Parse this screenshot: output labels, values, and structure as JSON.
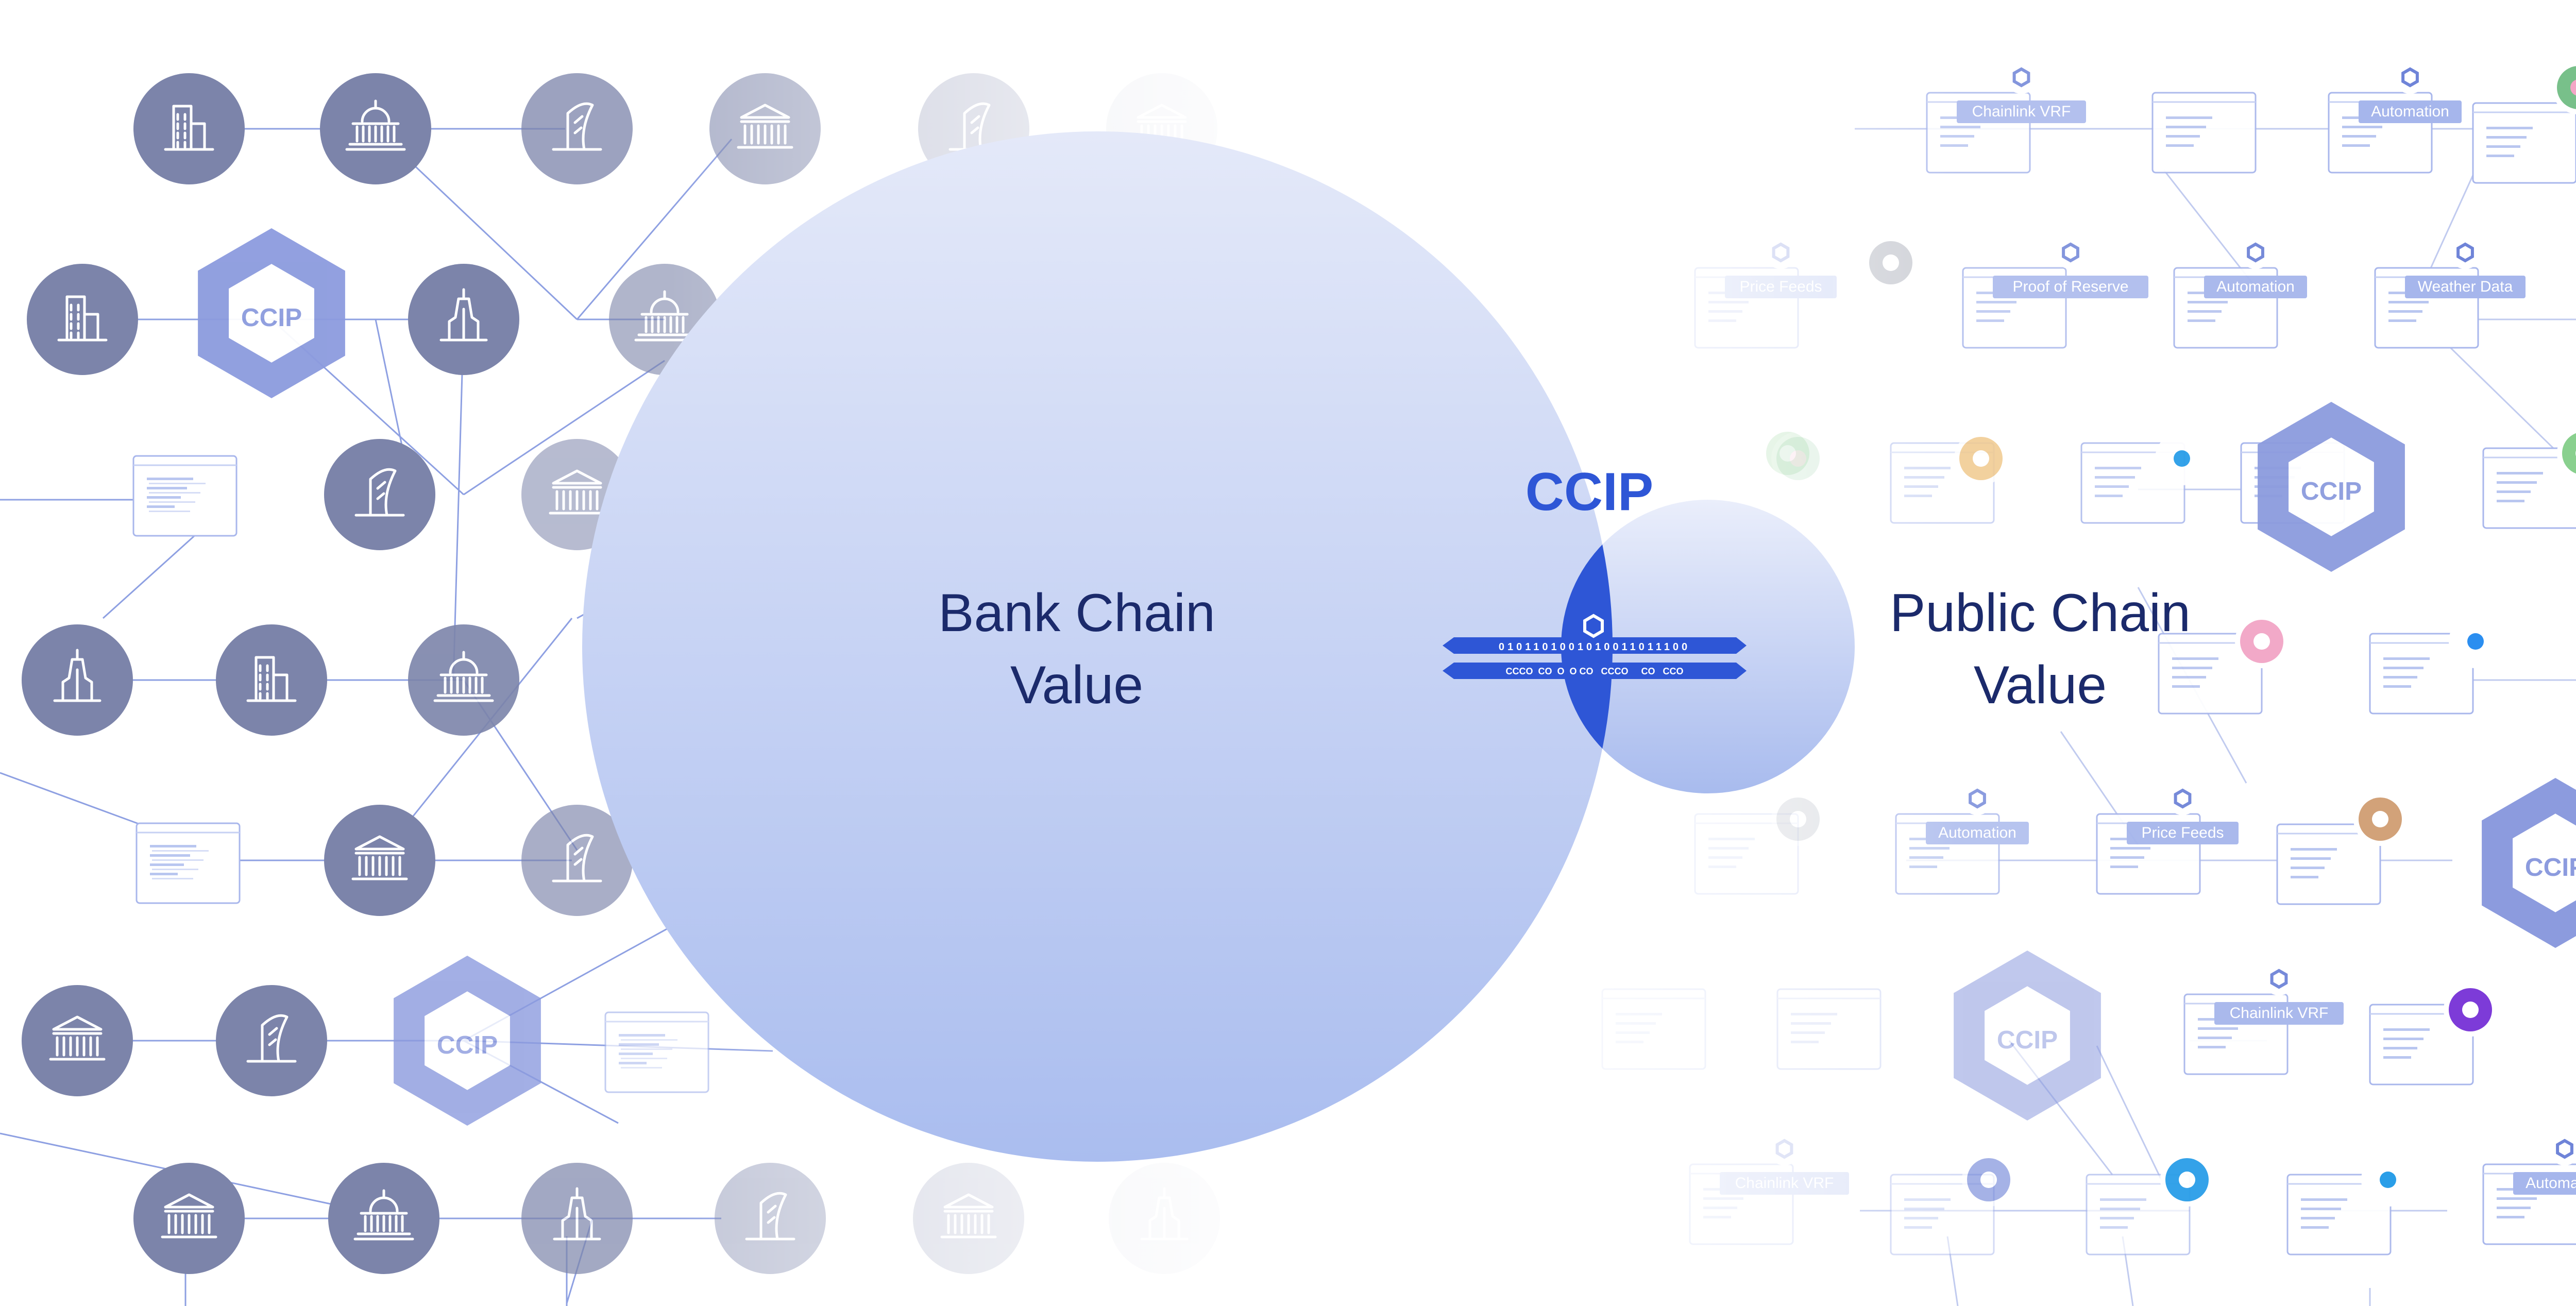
{
  "diagram": {
    "center_label": "CCIP",
    "bank_chain": {
      "line1": "Bank Chain",
      "line2": "Value"
    },
    "public_chain": {
      "line1": "Public Chain",
      "line2": "Value"
    },
    "binary_stream": "0101101001010011011100",
    "token_stream": "CCCO  CO  O  O CO   CCCO     CO   CCO",
    "hex_badge_label": "CCIP",
    "colors": {
      "bank_node": "#7c84aa",
      "hex_outer": "#8c9bde",
      "navy_text": "#1b2a6b",
      "accent": "#2e56d6",
      "circle_top": "#e4e9f9",
      "circle_bottom": "#aabdef"
    }
  },
  "service_cards": [
    {
      "label": "Chainlink VRF",
      "icon": "chainlink-icon"
    },
    {
      "label": "Automation",
      "icon": "chainlink-icon"
    },
    {
      "label": "Price Feeds",
      "icon": "chainlink-icon"
    },
    {
      "label": "Proof of Reserve",
      "icon": "chainlink-icon"
    },
    {
      "label": "Automation",
      "icon": "chainlink-icon"
    },
    {
      "label": "Weather Data",
      "icon": "chainlink-icon"
    },
    {
      "label": "Automation",
      "icon": "chainlink-icon"
    },
    {
      "label": "Price Feeds",
      "icon": "chainlink-icon"
    },
    {
      "label": "Automation",
      "icon": "chainlink-icon"
    },
    {
      "label": "Chainlink VRF",
      "icon": "chainlink-icon"
    },
    {
      "label": "Chainlink VRF",
      "icon": "chainlink-icon"
    },
    {
      "label": "Automation",
      "icon": "chainlink-icon"
    }
  ],
  "app_icons": [
    "donut-icon",
    "bitcoin-icon",
    "shuffle-icon",
    "elephant-icon",
    "bunny-icon",
    "chat-bubble-icon",
    "pill-icon",
    "rocket-icon",
    "ring-icon",
    "hand-icon",
    "robot-icon",
    "sushi-icon"
  ]
}
